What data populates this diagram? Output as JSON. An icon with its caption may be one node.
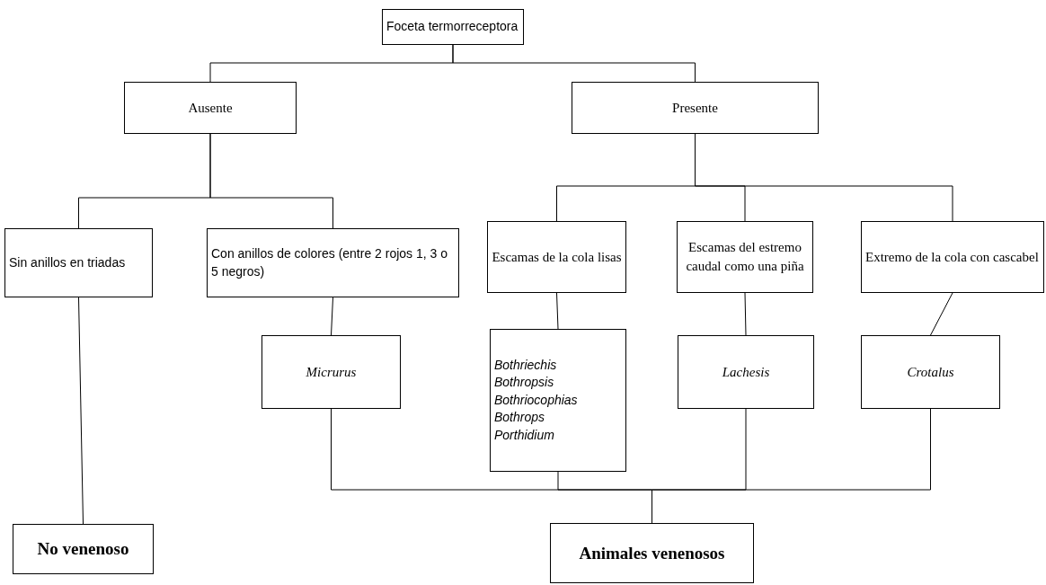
{
  "diagram": {
    "nodes": [
      {
        "text": [
          "Foceta termorreceptora"
        ]
      },
      {
        "text": [
          "Ausente"
        ]
      },
      {
        "text": [
          "Presente"
        ]
      },
      {
        "text": [
          "Sin anillos en triadas"
        ]
      },
      {
        "text": [
          "Con anillos de colores (entre 2 rojos 1, 3 o 5 negros)"
        ]
      },
      {
        "text": [
          "Escamas de la cola lisas"
        ]
      },
      {
        "text": [
          "Escamas del estremo caudal como una piña"
        ]
      },
      {
        "text": [
          "Extremo de la cola con cascabel"
        ]
      },
      {
        "text": [
          "Micrurus"
        ]
      },
      {
        "text": [
          "Bothriechis",
          "Bothropsis",
          "Bothriocophias",
          "Bothrops",
          "Porthidium"
        ]
      },
      {
        "text": [
          "Lachesis"
        ]
      },
      {
        "text": [
          "Crotalus"
        ]
      },
      {
        "text": [
          "No venenoso"
        ]
      },
      {
        "text": [
          "Animales venenosos"
        ]
      }
    ],
    "edges": [
      {
        "from": 0,
        "to": 1,
        "arrow": "none"
      },
      {
        "from": 0,
        "to": 2,
        "arrow": "none"
      },
      {
        "from": 1,
        "to": 3,
        "arrow": "none"
      },
      {
        "from": 1,
        "to": 4,
        "arrow": "none"
      },
      {
        "from": 2,
        "to": 5,
        "arrow": "none"
      },
      {
        "from": 2,
        "to": 6,
        "arrow": "none"
      },
      {
        "from": 2,
        "to": 7,
        "arrow": "none"
      },
      {
        "from": 3,
        "to": 12,
        "arrow": "none"
      },
      {
        "from": 4,
        "to": 8,
        "arrow": "none"
      },
      {
        "from": 5,
        "to": 9,
        "arrow": "none"
      },
      {
        "from": 6,
        "to": 10,
        "arrow": "none"
      },
      {
        "from": 7,
        "to": 11,
        "arrow": "none"
      },
      {
        "from": 8,
        "to": 13,
        "arrow": "none"
      },
      {
        "from": 9,
        "to": 13,
        "arrow": "none"
      },
      {
        "from": 10,
        "to": 13,
        "arrow": "none"
      },
      {
        "from": 11,
        "to": 13,
        "arrow": "none"
      }
    ]
  }
}
